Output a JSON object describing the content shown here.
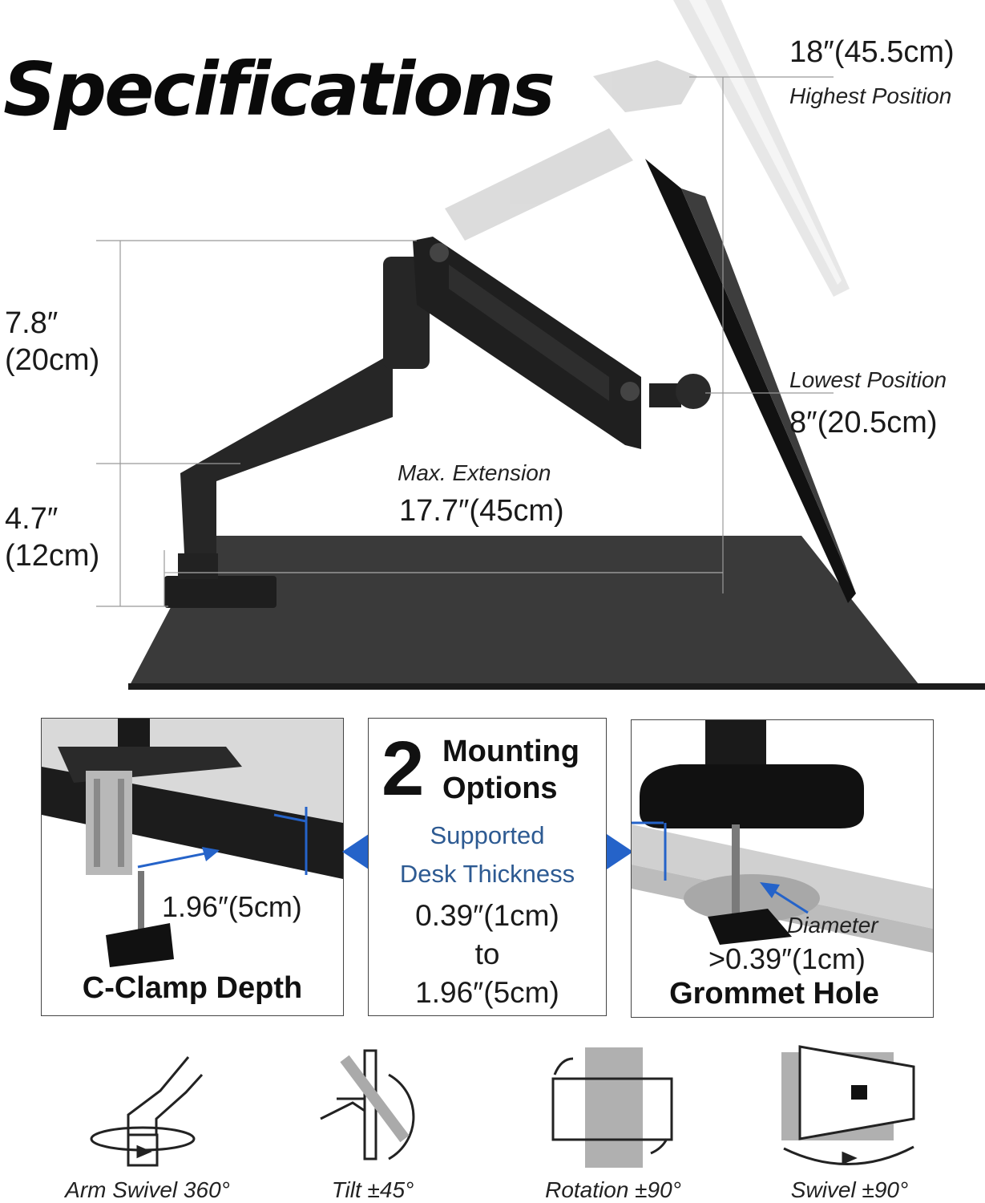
{
  "title": "Specifications",
  "heights": {
    "upper_in": "7.8″",
    "upper_cm": "(20cm)",
    "lower_in": "4.7″",
    "lower_cm": "(12cm)"
  },
  "highest": {
    "value": "18″(45.5cm)",
    "label": "Highest Position"
  },
  "lowest": {
    "label": "Lowest Position",
    "value": "8″(20.5cm)"
  },
  "extension": {
    "label": "Max. Extension",
    "value": "17.7″(45cm)"
  },
  "clamp_panel": {
    "value": "1.96″(5cm)",
    "label": "C-Clamp Depth"
  },
  "center_panel": {
    "number": "2",
    "heading_line1": "Mounting",
    "heading_line2": "Options",
    "sub_line1": "Supported",
    "sub_line2": "Desk Thickness",
    "range_from": "0.39″(1cm)",
    "range_to_word": "to",
    "range_to": "1.96″(5cm)"
  },
  "grommet_panel": {
    "diameter_label": "Diameter",
    "value": ">0.39″(1cm)",
    "label": "Grommet Hole"
  },
  "features": [
    {
      "icon": "arm-swivel-icon",
      "label": "Arm Swivel 360°"
    },
    {
      "icon": "tilt-icon",
      "label": "Tilt ±45°"
    },
    {
      "icon": "rotation-icon",
      "label": "Rotation ±90°"
    },
    {
      "icon": "swivel-icon",
      "label": "Swivel ±90°"
    }
  ],
  "colors": {
    "accent_blue": "#2d5a92",
    "arrow_blue": "#2563c9",
    "desk": "#3a3a3a"
  }
}
